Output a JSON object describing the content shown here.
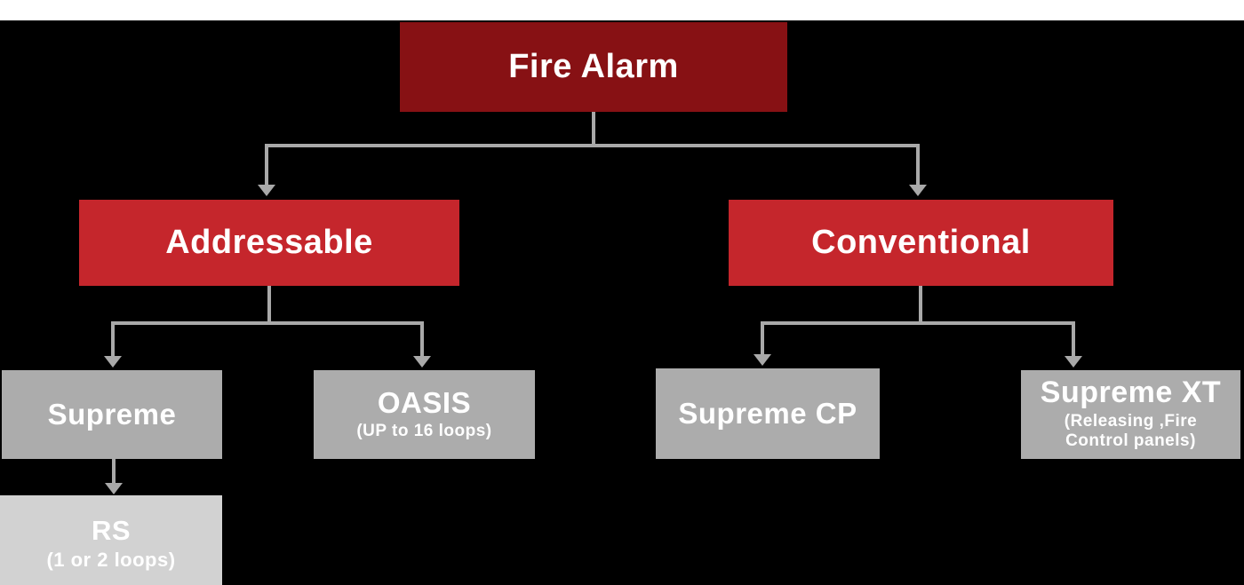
{
  "colors": {
    "top_strip": "#FFFFFF",
    "background": "#000000",
    "root_box": "#871114",
    "branch_box": "#C5262C",
    "leaf_box": "#ACACAC",
    "subleaf_box": "#D2D2D2",
    "connector": "#A9A9A9",
    "text": "#FFFFFF"
  },
  "diagram": {
    "type": "org-chart",
    "root": "fire_alarm",
    "edges": [
      [
        "fire_alarm",
        "addressable"
      ],
      [
        "fire_alarm",
        "conventional"
      ],
      [
        "addressable",
        "supreme"
      ],
      [
        "addressable",
        "oasis"
      ],
      [
        "supreme",
        "rs"
      ],
      [
        "conventional",
        "supreme_cp"
      ],
      [
        "conventional",
        "supreme_xt"
      ]
    ]
  },
  "nodes": {
    "fire_alarm": {
      "label": "Fire Alarm"
    },
    "addressable": {
      "label": "Addressable"
    },
    "conventional": {
      "label": "Conventional"
    },
    "supreme": {
      "label": "Supreme"
    },
    "oasis": {
      "label": "OASIS",
      "sub": "(UP to 16 loops)"
    },
    "rs": {
      "label": "RS",
      "sub": "(1 or 2 loops)"
    },
    "supreme_cp": {
      "label": "Supreme CP"
    },
    "supreme_xt": {
      "label": "Supreme XT",
      "sub": "(Releasing ,Fire\nControl panels)"
    }
  }
}
